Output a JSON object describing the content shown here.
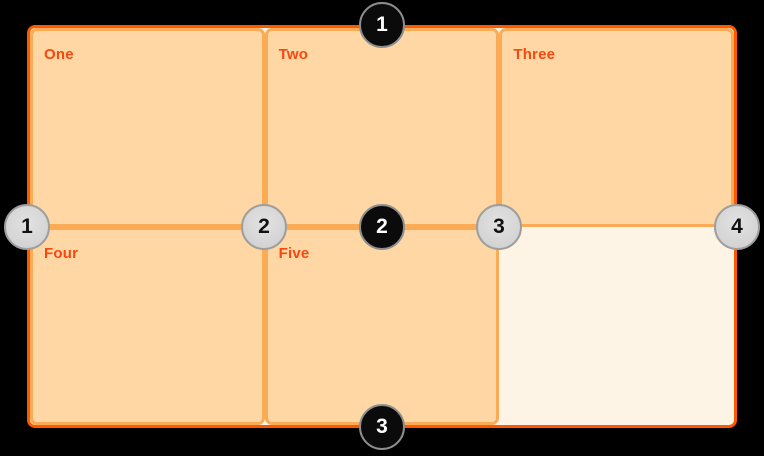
{
  "grid": {
    "columns": 3,
    "rows": 2,
    "items": [
      {
        "label": "One"
      },
      {
        "label": "Two"
      },
      {
        "label": "Three"
      },
      {
        "label": "Four"
      },
      {
        "label": "Five"
      }
    ],
    "empty_cell_count": 1
  },
  "markers": {
    "row_lines": [
      {
        "number": "1"
      },
      {
        "number": "2"
      },
      {
        "number": "3"
      }
    ],
    "column_lines": [
      {
        "number": "1"
      },
      {
        "number": "2"
      },
      {
        "number": "3"
      },
      {
        "number": "4"
      }
    ]
  },
  "colors": {
    "page_background": "#000000",
    "container_background": "#fdf4e5",
    "container_border": "#fb5a01",
    "item_background": "#fed7a4",
    "item_border": "#fbab55",
    "item_label_text": "#f8470f",
    "row_marker_fill": "#0b0b0b",
    "row_marker_ring": "#8e8e8e",
    "row_marker_text": "#ffffff",
    "column_marker_fill": "#d3d3d3",
    "column_marker_ring": "#9e9e9e",
    "column_marker_text": "#111111"
  }
}
